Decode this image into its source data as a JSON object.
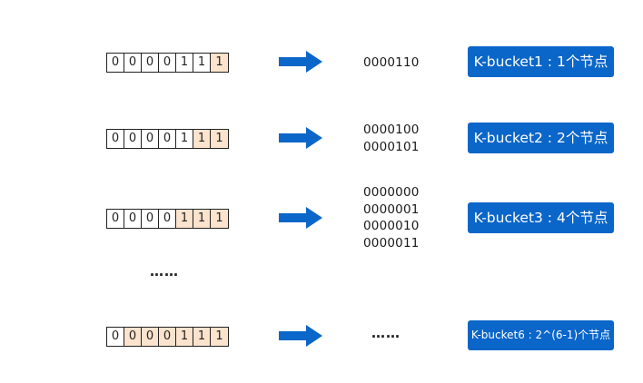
{
  "rows": [
    {
      "bits": [
        "0",
        "0",
        "0",
        "0",
        "1",
        "1",
        "1"
      ],
      "highlight": [
        false,
        false,
        false,
        false,
        false,
        false,
        true
      ],
      "ids": [
        "0000110"
      ],
      "bucket": "K-bucket1 : 1个节点"
    },
    {
      "bits": [
        "0",
        "0",
        "0",
        "0",
        "1",
        "1",
        "1"
      ],
      "highlight": [
        false,
        false,
        false,
        false,
        false,
        true,
        true
      ],
      "ids": [
        "0000100",
        "0000101"
      ],
      "bucket": "K-bucket2 : 2个节点"
    },
    {
      "bits": [
        "0",
        "0",
        "0",
        "0",
        "1",
        "1",
        "1"
      ],
      "highlight": [
        false,
        false,
        false,
        false,
        true,
        true,
        true
      ],
      "ids": [
        "0000000",
        "0000001",
        "0000010",
        "0000011"
      ],
      "bucket": "K-bucket3 : 4个节点"
    },
    {
      "bits": [
        "0",
        "0",
        "0",
        "0",
        "1",
        "1",
        "1"
      ],
      "highlight": [
        false,
        true,
        true,
        true,
        true,
        true,
        true
      ],
      "ids": [
        "……"
      ],
      "bucket": "K-bucket6 : 2^(6-1)个节点"
    }
  ],
  "ellipsis": "……",
  "colors": {
    "highlight_cell": "#fbe3cd",
    "arrow": "#0a66c9",
    "bucket_bg": "#0a66c9"
  },
  "icons": {
    "arrow": "right-arrow-icon"
  }
}
